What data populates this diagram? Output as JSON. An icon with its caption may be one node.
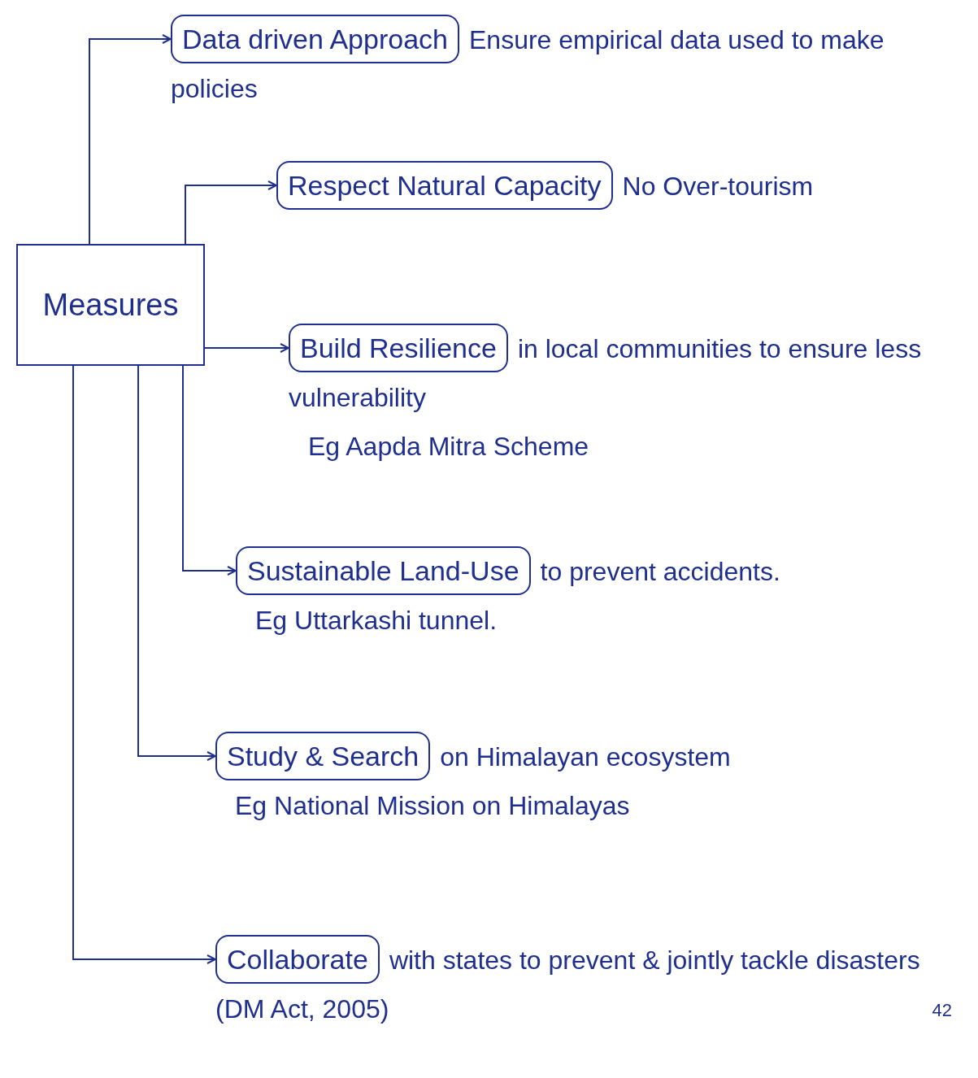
{
  "diagram": {
    "nodes": [
      {
        "text": [
          "Measures"
        ]
      },
      {
        "text": [
          "Data driven Approach"
        ],
        "beside": [
          "Ensure empirical data used to make policies"
        ]
      },
      {
        "text": [
          "Respect Natural Capacity"
        ],
        "beside": [
          "No Over-tourism"
        ]
      },
      {
        "text": [
          "Build Resilience"
        ],
        "beside": [
          "in local communities to ensure less vulnerability",
          "Eg Aapda Mitra Scheme"
        ]
      },
      {
        "text": [
          "Sustainable Land-Use"
        ],
        "beside": [
          "to prevent accidents.",
          "Eg Uttarkashi tunnel."
        ]
      },
      {
        "text": [
          "Study & Search"
        ],
        "beside": [
          "on Himalayan ecosystem",
          "Eg National Mission on Himalayas"
        ]
      },
      {
        "text": [
          "Collaborate"
        ],
        "beside": [
          "with states to prevent & jointly tackle disasters (DM Act, 2005)"
        ]
      }
    ],
    "edges": [
      {
        "from": 0,
        "to": 1,
        "arrow": "to"
      },
      {
        "from": 0,
        "to": 2,
        "arrow": "to"
      },
      {
        "from": 0,
        "to": 3,
        "arrow": "to"
      },
      {
        "from": 0,
        "to": 4,
        "arrow": "to"
      },
      {
        "from": 0,
        "to": 5,
        "arrow": "to"
      },
      {
        "from": 0,
        "to": 6,
        "arrow": "to"
      }
    ],
    "labels": [
      "42"
    ]
  }
}
